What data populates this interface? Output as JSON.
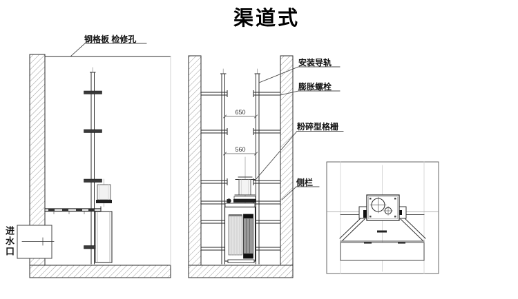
{
  "title": "渠道式",
  "views": {
    "left_section": {
      "label_grating_access": "钢格板 检修孔",
      "label_inlet": "进水口"
    },
    "middle_section": {
      "dim_upper": "650",
      "dim_lower": "560"
    },
    "callouts": {
      "guide_rail": "安装导轨",
      "expansion_bolt": "膨胀螺栓",
      "grinder_screen": "粉碎型格栅",
      "side_rail": "侧栏"
    }
  },
  "colors": {
    "line": "#2b2b2b",
    "hatch": "#8f8f8f",
    "leader": "#4a4a4a",
    "faint": "#c9c9c9",
    "background": "#ffffff"
  }
}
